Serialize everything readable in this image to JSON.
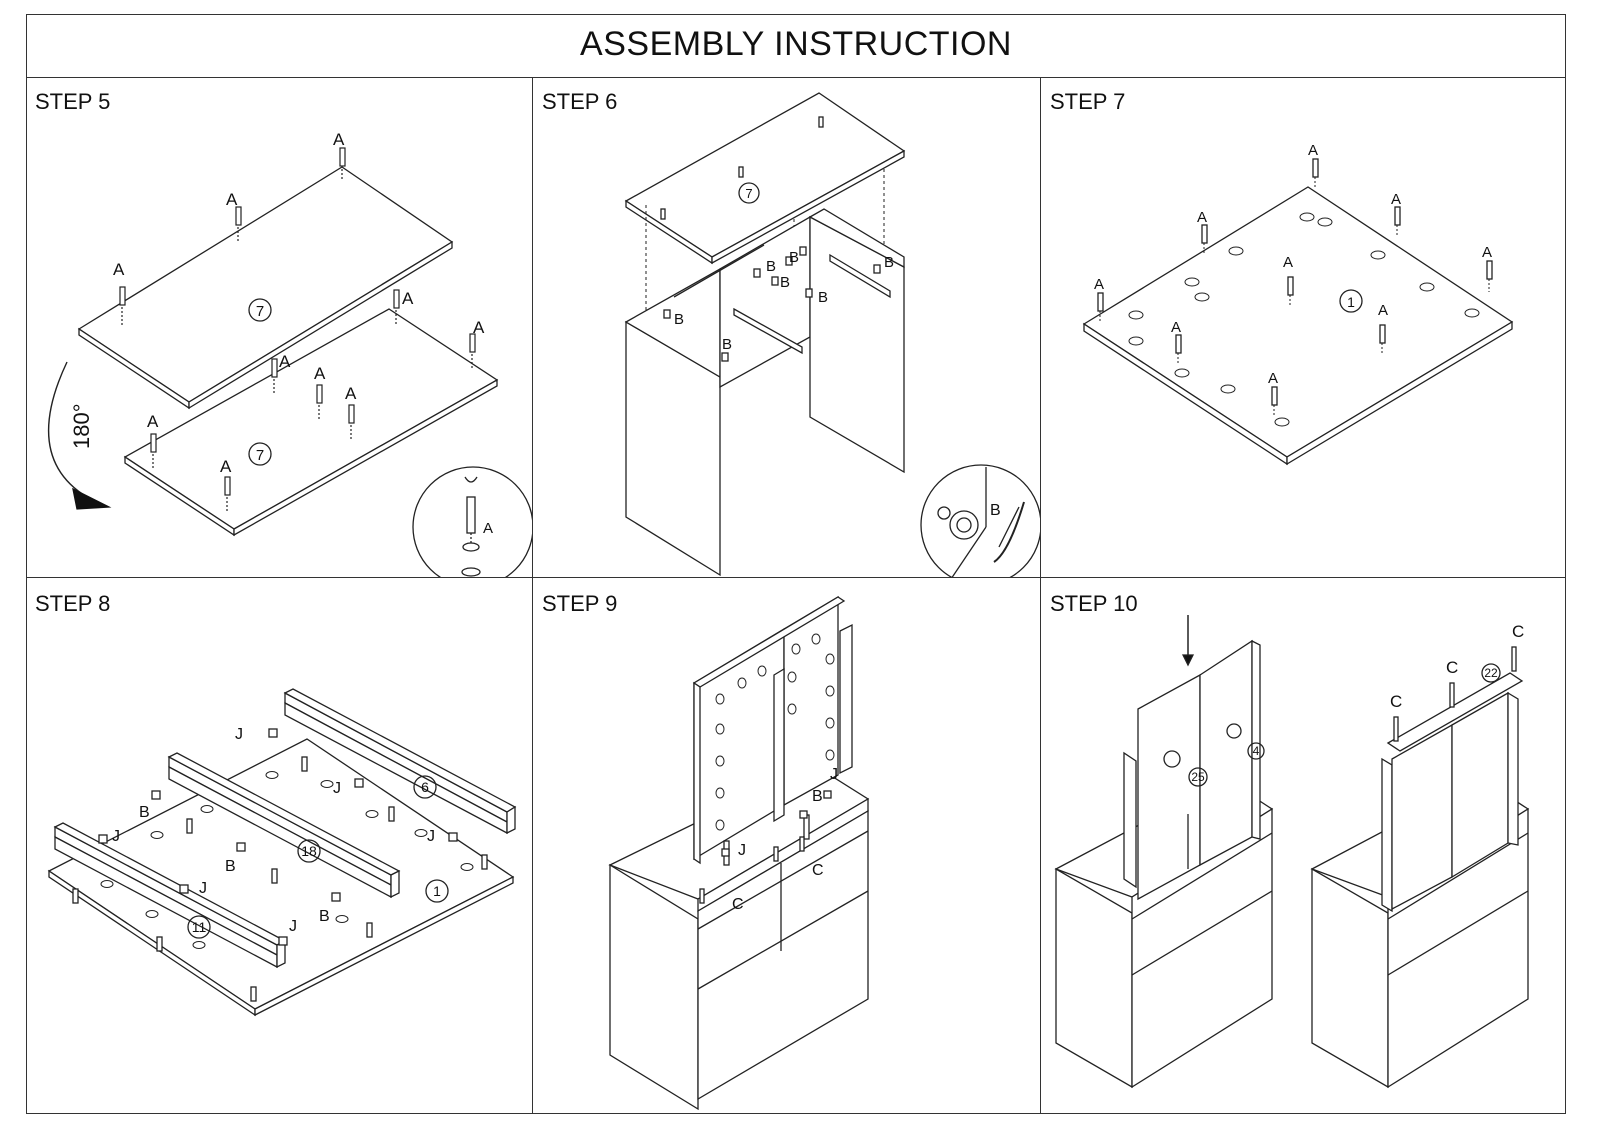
{
  "title": "ASSEMBLY INSTRUCTION",
  "steps": [
    {
      "label": "STEP 5"
    },
    {
      "label": "STEP 6"
    },
    {
      "label": "STEP 7"
    },
    {
      "label": "STEP 8"
    },
    {
      "label": "STEP 9"
    },
    {
      "label": "STEP 10"
    }
  ],
  "parts": {
    "A": "A",
    "B": "B",
    "C": "C",
    "J": "J",
    "p7": "7",
    "p1": "1",
    "p6": "6",
    "p18": "18",
    "p11": "11",
    "p25": "25",
    "p4": "4",
    "p22": "22"
  },
  "rotation": "180°"
}
